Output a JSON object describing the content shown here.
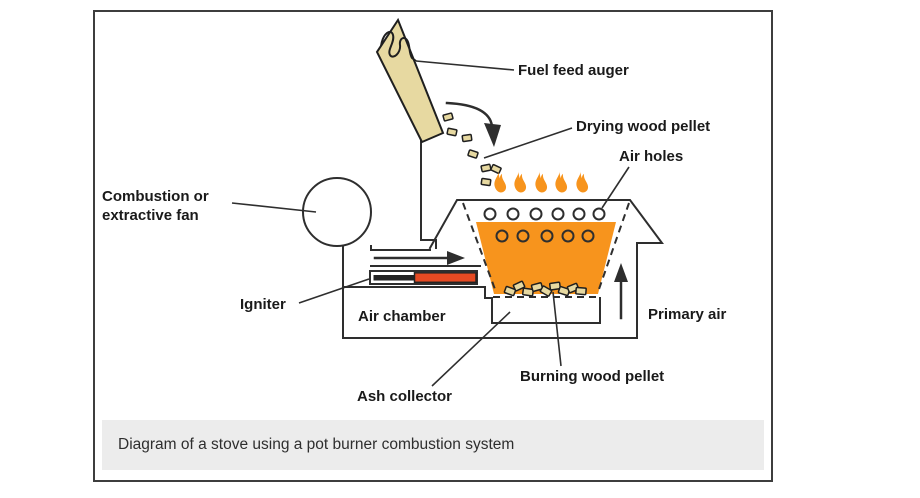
{
  "figure": {
    "caption": "Diagram of a stove using a pot burner combustion system"
  },
  "labels": {
    "fuel_feed_auger": "Fuel feed auger",
    "drying_wood_pellet": "Drying wood pellet",
    "air_holes": "Air holes",
    "combustion_fan": "Combustion or\nextractive fan",
    "igniter": "Igniter",
    "air_chamber": "Air chamber",
    "primary_air": "Primary air",
    "ash_collector": "Ash collector",
    "burning_wood_pellet": "Burning wood pellet"
  },
  "colors": {
    "pot_fill": "#F7941D",
    "flame": "#F7941D",
    "auger_fill": "#E7D9A1",
    "igniter_red": "#E64A23",
    "caption_bar": "#ECECEC",
    "line": "#2e2e2e"
  }
}
